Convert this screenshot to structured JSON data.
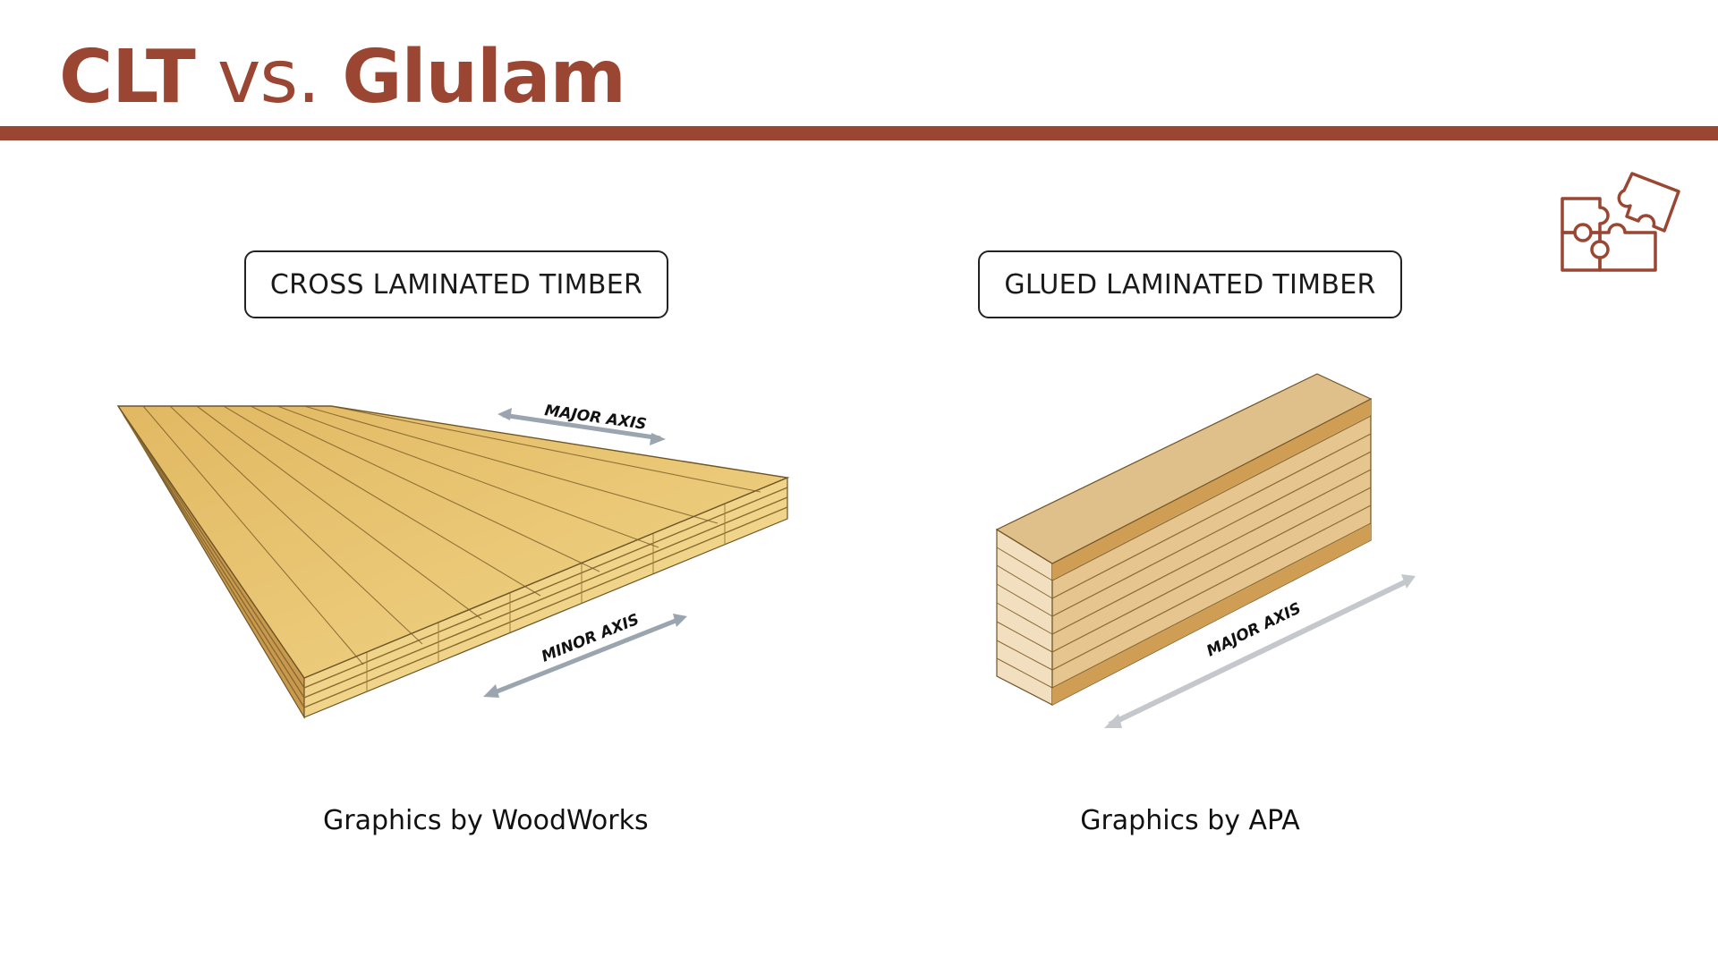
{
  "slide": {
    "title_part1": "CLT",
    "title_part2": " vs. ",
    "title_part3": "Glulam",
    "accent_color": "#9a4632"
  },
  "clt": {
    "label": "CROSS LAMINATED TIMBER",
    "major_axis": "MAJOR AXIS",
    "minor_axis": "MINOR AXIS",
    "caption": "Graphics by WoodWorks"
  },
  "glulam": {
    "label": "GLUED LAMINATED TIMBER",
    "major_axis": "MAJOR AXIS",
    "caption": "Graphics by APA"
  },
  "icons": {
    "corner": "puzzle-pieces-icon"
  }
}
